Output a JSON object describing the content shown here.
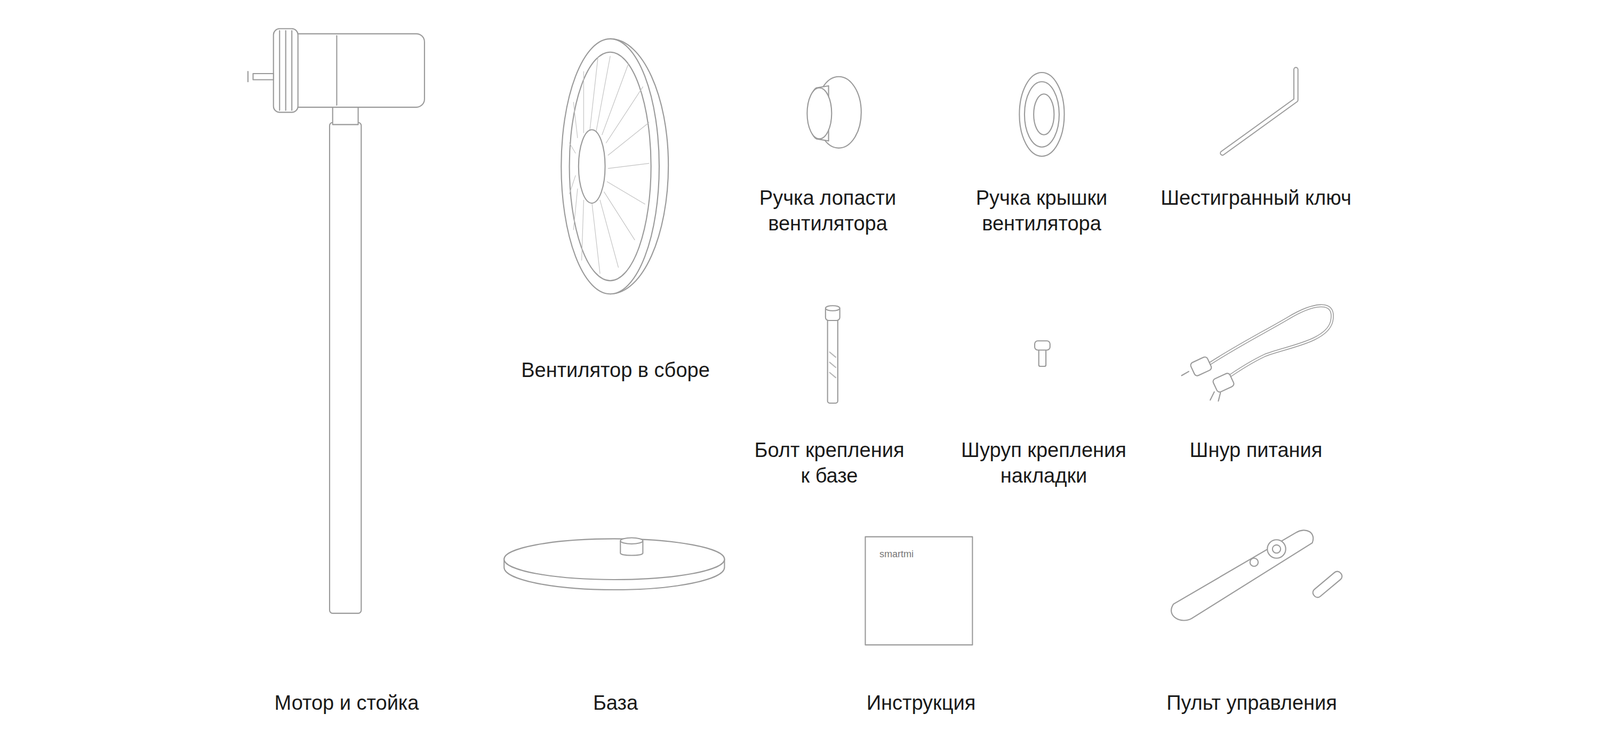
{
  "diagram": {
    "labels": [
      "Ручка лопасти вентилятора",
      "Ручка крышки вентилятора",
      "Шестигранный ключ",
      "Вентилятор в сборе",
      "Болт крепления к базе",
      "Шуруп крепления накладки",
      "Шнур питания",
      "smartmi",
      "Мотор и стойка",
      "База",
      "Инструкция",
      "Пульт управления"
    ]
  }
}
